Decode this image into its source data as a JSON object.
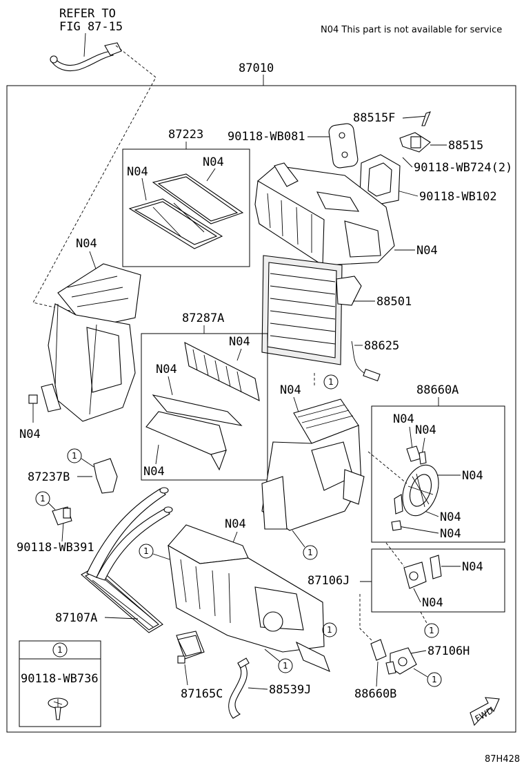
{
  "header": {
    "refer_line1": "REFER TO",
    "refer_line2": "FIG 87-15",
    "note": "N04 This part is not available for service",
    "figure_code": "87H428"
  },
  "assembly": {
    "number": "87010"
  },
  "parts": {
    "p87223": "87223",
    "p90118_wb081": "90118-WB081",
    "p88515f": "88515F",
    "p88515": "88515",
    "p90118_wb724": "90118-WB724(2)",
    "p90118_wb102": "90118-WB102",
    "p88501": "88501",
    "p87287a": "87287A",
    "p88625": "88625",
    "p88660a": "88660A",
    "p87237b": "87237B",
    "p90118_wb391": "90118-WB391",
    "p87106j": "87106J",
    "p87107a": "87107A",
    "p87106h": "87106H",
    "p90118_wb736": "90118-WB736",
    "p87165c": "87165C",
    "p88539j": "88539J",
    "p88660b": "88660B"
  },
  "n04_label": "N04",
  "callout_number": "1",
  "fwd_label": "FWD"
}
